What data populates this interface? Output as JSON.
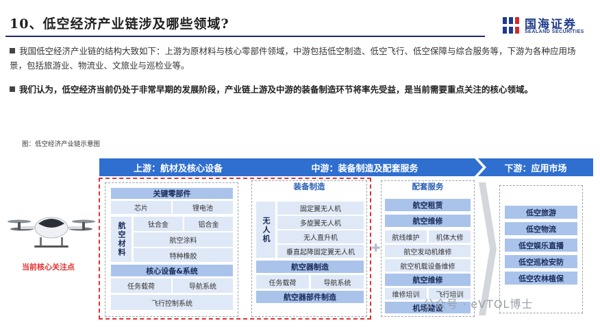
{
  "header": {
    "title": "10、低空经济产业链涉及哪些领域?",
    "logo_cn": "国海证券",
    "logo_en": "SEALAND SECURITIES"
  },
  "paragraphs": [
    "我国低空经济产业链的结构大致如下：上游为原材料与核心零部件领域，中游包括低空制造、低空飞行、低空保障与综合服务等，下游为各种应用场景，包括旅游业、物流业、文旅业与巡检业等。",
    "我们认为，低空经济当前仍处于非常早期的发展阶段，产业链上游及中游的装备制造环节将率先受益，是当前需要重点关注的核心领域。"
  ],
  "figure": {
    "caption": "图：低空经济产业链示意图",
    "core_label": "当前核心关注点",
    "stages": [
      "上游：航材及核心设备",
      "中游：装备制造及配套服务",
      "下游：应用市场"
    ],
    "upstream": {
      "key_parts": "关键零部件",
      "chip": "芯片",
      "battery": "锂电池",
      "materials_label": "航空材料",
      "titanium": "钛合金",
      "aluminum": "铝合金",
      "coating": "航空涂料",
      "rubber": "特种橡胶",
      "core_systems": "核心设备&系统",
      "payload": "任务载荷",
      "navigation": "导航系统",
      "flight_control": "飞行控制系统"
    },
    "midstream_manufacturing": {
      "head": "装备制造",
      "uav_label": "无人机",
      "fixed_wing": "固定翼无人机",
      "multi_rotor": "多旋翼无人机",
      "helicopter": "无人直升机",
      "vtol_fixed_wing": "垂直起降固定翼无人机",
      "aircraft_manufacturing": "航空器制造",
      "payload": "任务载荷",
      "navigation": "导航系统",
      "parts_manufacturing": "航空器部件制造"
    },
    "midstream_services": {
      "head": "配套服务",
      "leasing": "航空租赁",
      "maintenance": "航空维修",
      "line_maintenance": "航线维护",
      "overhaul": "机体大修",
      "engine_maintenance": "航空发动机维修",
      "onboard_equipment": "航空机载设备维修",
      "maintenance2": "航空维修",
      "repair_training": "维修培训",
      "flight_training": "飞行培训",
      "airport_construction": "机场建设"
    },
    "downstream": [
      "低空旅游",
      "低空物流",
      "低空娱乐直播",
      "低空巡检安防",
      "低空农林植保"
    ],
    "watermark": "公众号 · eVTOL博士"
  },
  "colors": {
    "accent_dark_blue": "#1e2a6e",
    "stage_blue": "#2f6fd0",
    "box_dark": "#a9c3ea",
    "box_light": "#dfe8f6",
    "highlight_red": "#e03030"
  }
}
